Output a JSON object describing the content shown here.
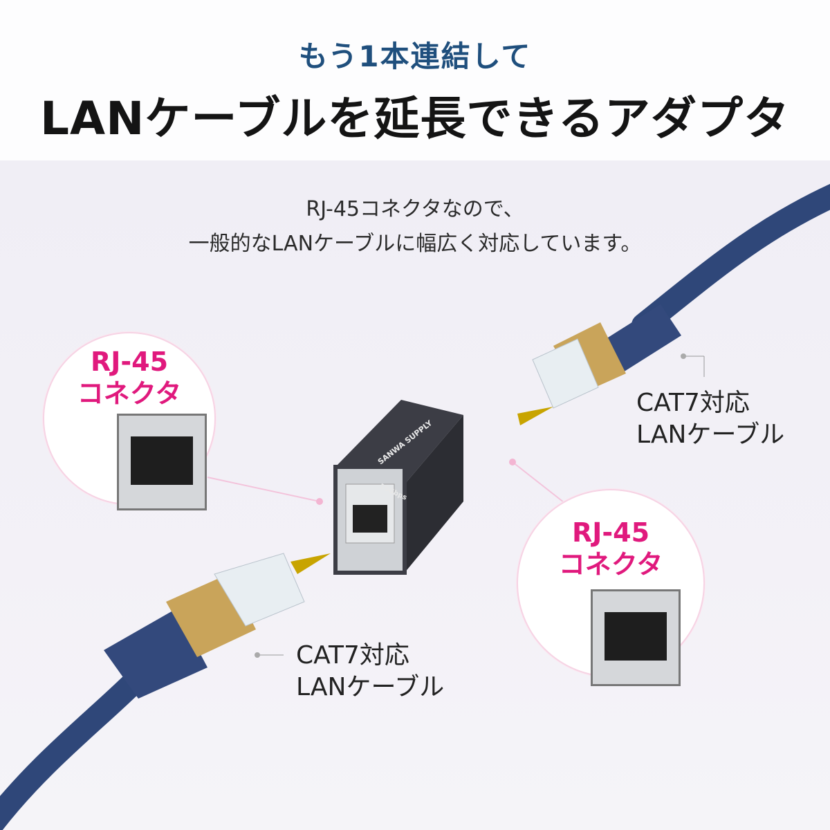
{
  "header": {
    "subtitle": "もう1本連結して",
    "title": "LANケーブルを延長できるアダプタ"
  },
  "description": {
    "line1": "RJ-45コネクタなので、",
    "line2": "一般的なLANケーブルに幅広く対応しています。"
  },
  "callouts": [
    {
      "line1": "RJ-45",
      "line2": "コネクタ"
    },
    {
      "line1": "RJ-45",
      "line2": "コネクタ"
    }
  ],
  "cable_labels": [
    {
      "line1": "CAT7対応",
      "line2": "LANケーブル"
    },
    {
      "line1": "CAT7対応",
      "line2": "LANケーブル"
    }
  ],
  "product": {
    "brand": "SANWA SUPPLY",
    "speed": "10Gbps"
  },
  "colors": {
    "accent_pink": "#e0197d",
    "subtitle_blue": "#1f4f7d",
    "cable_navy": "#2f4779",
    "plug_gold": "#c9a45a",
    "arrow_gold": "#c8a400"
  }
}
